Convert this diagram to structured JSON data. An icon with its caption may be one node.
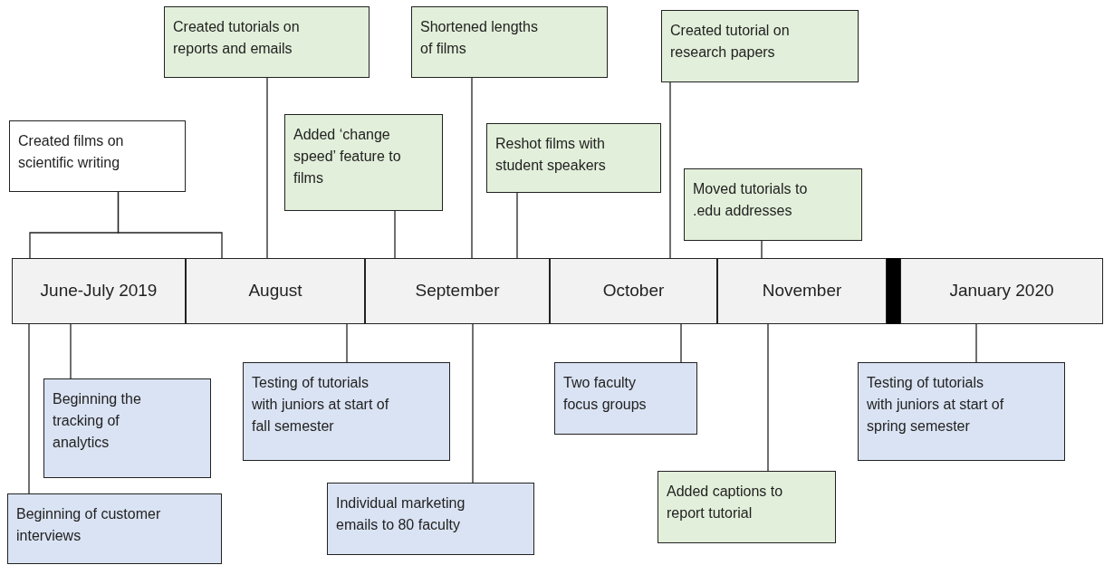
{
  "diagram": {
    "nodes": [
      {
        "text": [
          "June-July 2019"
        ]
      },
      {
        "text": [
          "August"
        ]
      },
      {
        "text": [
          "September"
        ]
      },
      {
        "text": [
          "October"
        ]
      },
      {
        "text": [
          "November"
        ]
      },
      {
        "text": [
          "January 2020"
        ]
      },
      {
        "text": [
          "Created films on scientific writing"
        ]
      },
      {
        "text": [
          "Created tutorials on reports and emails"
        ]
      },
      {
        "text": [
          "Added ‘change speed’ feature to films"
        ]
      },
      {
        "text": [
          "Shortened lengths of films"
        ]
      },
      {
        "text": [
          "Reshot films with student speakers"
        ]
      },
      {
        "text": [
          "Created tutorial on research papers"
        ]
      },
      {
        "text": [
          "Moved tutorials to .edu addresses"
        ]
      },
      {
        "text": [
          "Beginning the tracking of analytics"
        ]
      },
      {
        "text": [
          "Beginning of customer interviews"
        ]
      },
      {
        "text": [
          "Testing of tutorials with juniors at start of fall semester"
        ]
      },
      {
        "text": [
          "Individual marketing emails to 80 faculty"
        ]
      },
      {
        "text": [
          "Two faculty focus groups"
        ]
      },
      {
        "text": [
          "Added captions to report tutorial"
        ]
      },
      {
        "text": [
          "Testing of tutorials with juniors at start of spring semester"
        ]
      },
      {
        "text": [],
        "shape": "bar"
      }
    ],
    "edges": [
      {
        "from": 6,
        "to": 0,
        "arrow": "none"
      },
      {
        "from": 6,
        "to": 1,
        "arrow": "none"
      },
      {
        "from": 7,
        "to": 1,
        "arrow": "none"
      },
      {
        "from": 8,
        "to": 2,
        "arrow": "none"
      },
      {
        "from": 9,
        "to": 2,
        "arrow": "none"
      },
      {
        "from": 10,
        "to": 2,
        "arrow": "none"
      },
      {
        "from": 11,
        "to": 3,
        "arrow": "none"
      },
      {
        "from": 12,
        "to": 4,
        "arrow": "none"
      },
      {
        "from": 13,
        "to": 0,
        "arrow": "none"
      },
      {
        "from": 14,
        "to": 0,
        "arrow": "none"
      },
      {
        "from": 15,
        "to": 1,
        "arrow": "none"
      },
      {
        "from": 16,
        "to": 2,
        "arrow": "none"
      },
      {
        "from": 17,
        "to": 3,
        "arrow": "none"
      },
      {
        "from": 18,
        "to": 4,
        "arrow": "none"
      },
      {
        "from": 19,
        "to": 5,
        "arrow": "none"
      }
    ]
  }
}
